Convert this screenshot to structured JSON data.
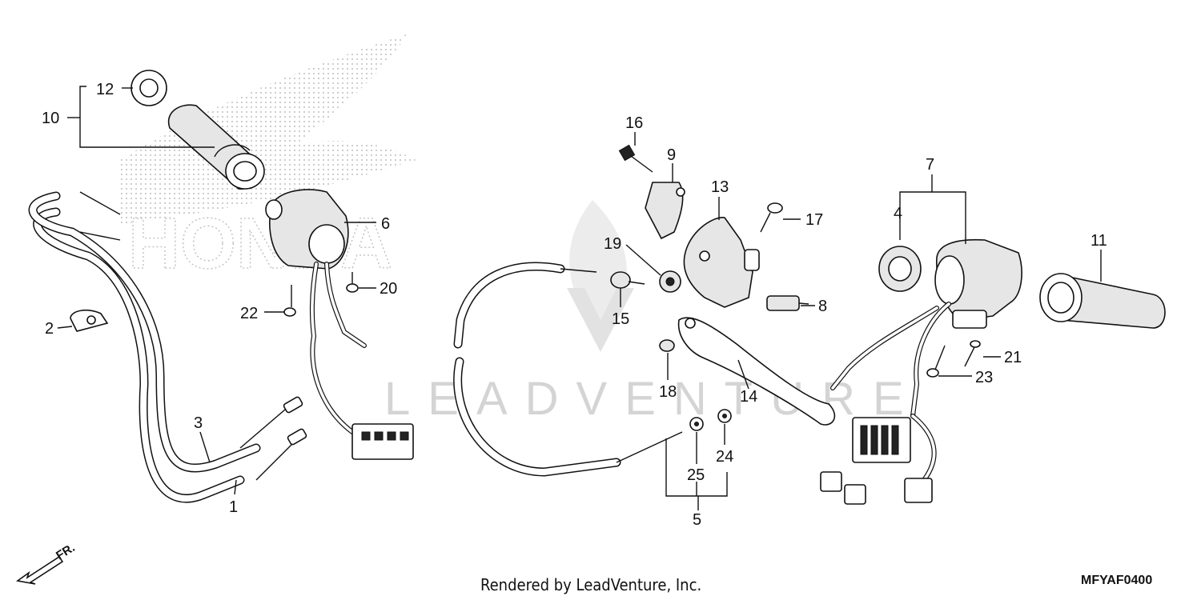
{
  "diagram": {
    "watermark": {
      "brand_text": "LEADVENTURE",
      "logo_text": "HONDA"
    },
    "callouts": [
      {
        "id": "1",
        "label": "1"
      },
      {
        "id": "2",
        "label": "2"
      },
      {
        "id": "3",
        "label": "3"
      },
      {
        "id": "4",
        "label": "4"
      },
      {
        "id": "5",
        "label": "5"
      },
      {
        "id": "6",
        "label": "6"
      },
      {
        "id": "7",
        "label": "7"
      },
      {
        "id": "8",
        "label": "8"
      },
      {
        "id": "9",
        "label": "9"
      },
      {
        "id": "10",
        "label": "10"
      },
      {
        "id": "11",
        "label": "11"
      },
      {
        "id": "12",
        "label": "12"
      },
      {
        "id": "13",
        "label": "13"
      },
      {
        "id": "14",
        "label": "14"
      },
      {
        "id": "15",
        "label": "15"
      },
      {
        "id": "16",
        "label": "16"
      },
      {
        "id": "17",
        "label": "17"
      },
      {
        "id": "18",
        "label": "18"
      },
      {
        "id": "19",
        "label": "19"
      },
      {
        "id": "20",
        "label": "20"
      },
      {
        "id": "21",
        "label": "21"
      },
      {
        "id": "22",
        "label": "22"
      },
      {
        "id": "23",
        "label": "23"
      },
      {
        "id": "24",
        "label": "24"
      },
      {
        "id": "25",
        "label": "25"
      }
    ],
    "direction_marker": "FR.",
    "footer_text": "Rendered by LeadVenture, Inc.",
    "diagram_code": "MFYAF0400"
  }
}
